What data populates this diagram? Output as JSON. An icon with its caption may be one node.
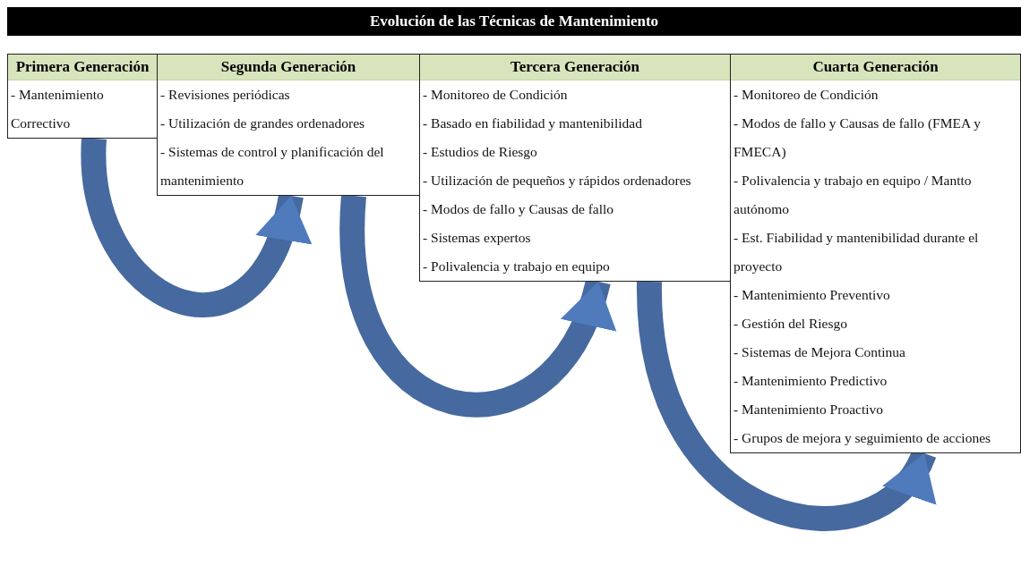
{
  "diagram": {
    "title": "Evolución de las Técnicas de Mantenimiento",
    "nodes": [
      {
        "text": [
          "Primera Generación",
          "- Mantenimiento Correctivo"
        ]
      },
      {
        "text": [
          "Segunda Generación",
          "- Revisiones periódicas",
          "- Utilización de grandes ordenadores",
          "- Sistemas de control y planificación del mantenimiento"
        ]
      },
      {
        "text": [
          "Tercera Generación",
          "- Monitoreo de Condición",
          "- Basado en fiabilidad y mantenibilidad",
          "- Estudios de Riesgo",
          "- Utilización de pequeños y rápidos ordenadores",
          "- Modos de fallo y Causas de fallo",
          "- Sistemas expertos",
          "- Polivalencia y trabajo en equipo"
        ]
      },
      {
        "text": [
          "Cuarta Generación",
          "- Monitoreo de Condición",
          "- Modos de fallo y Causas de fallo (FMEA y FMECA)",
          "- Polivalencia y trabajo en equipo / Mantto autónomo",
          "- Est. Fiabilidad y mantenibilidad durante el proyecto",
          "- Mantenimiento Preventivo",
          "- Gestión del Riesgo",
          "- Sistemas de Mejora Continua",
          "- Mantenimiento Predictivo",
          "- Mantenimiento Proactivo",
          "- Grupos de mejora y seguimiento de acciones"
        ]
      }
    ],
    "edges": [
      {
        "from": 0,
        "to": 1,
        "arrow": "to"
      },
      {
        "from": 1,
        "to": 2,
        "arrow": "to"
      },
      {
        "from": 2,
        "to": 3,
        "arrow": "to"
      }
    ]
  }
}
